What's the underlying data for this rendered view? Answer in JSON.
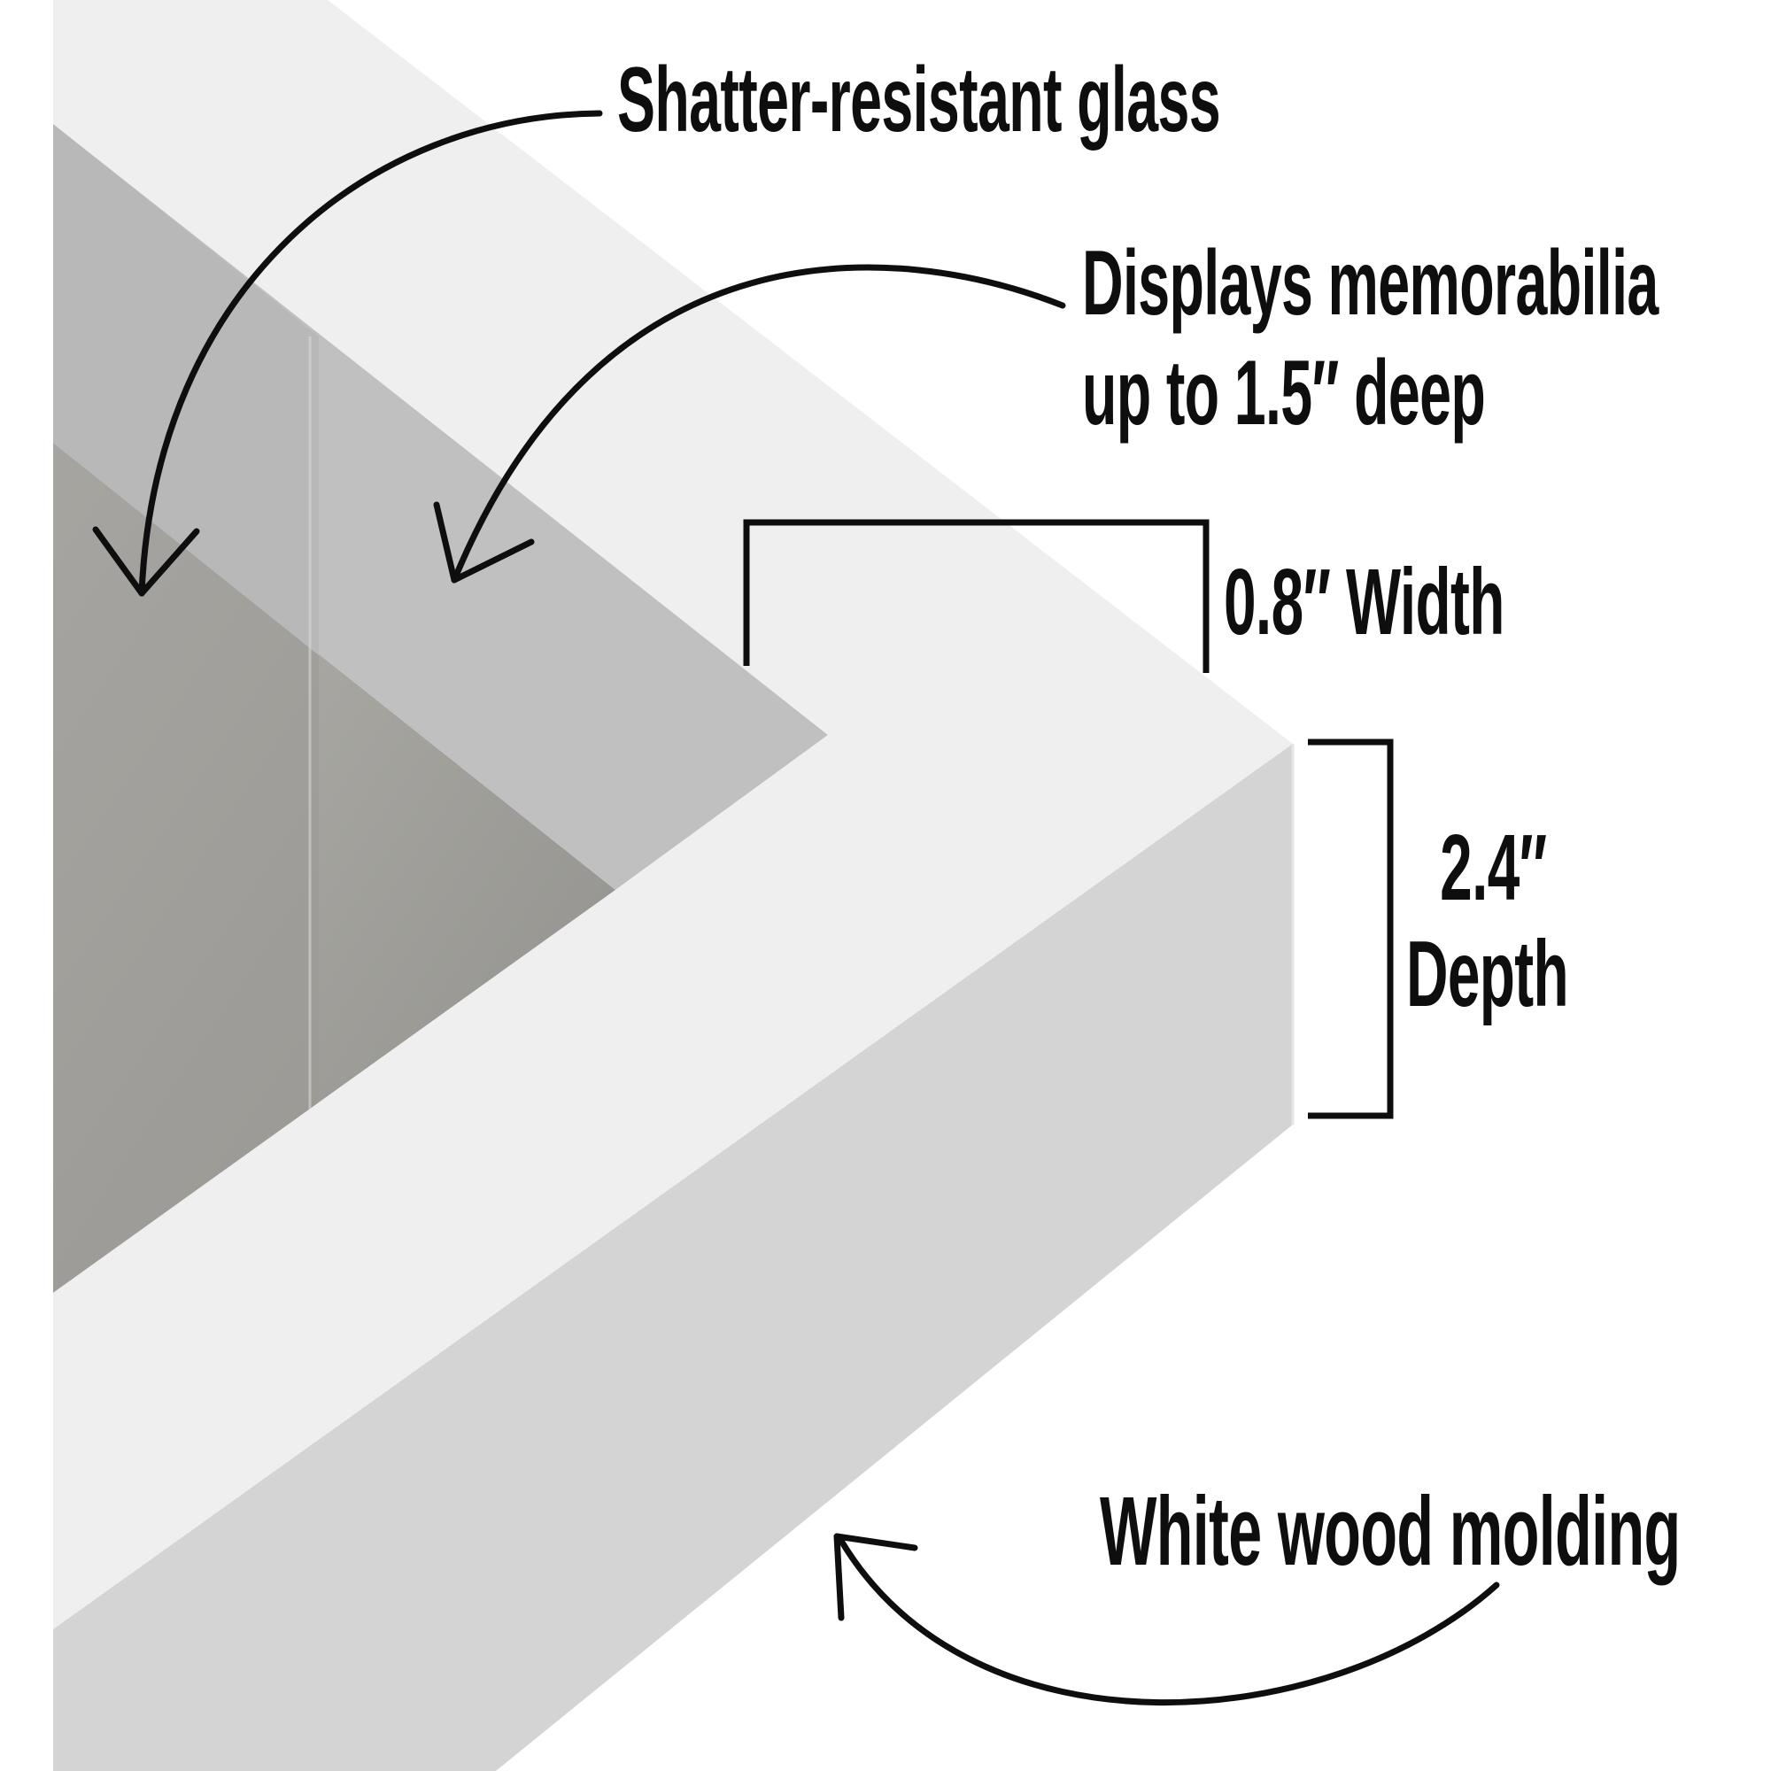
{
  "labels": {
    "glass": "Shatter-resistant glass",
    "display_line1": "Displays memorabilia",
    "display_line2": "up to 1.5″ deep",
    "width": "0.8″ Width",
    "depth_value": "2.4″",
    "depth_word": "Depth",
    "molding": "White wood molding"
  },
  "colors": {
    "background": "#ffffff",
    "frame_top": "#efefef",
    "frame_side": "#d4d4d4",
    "inner_lip": "#bfbfbf",
    "backing": "#9e9d99",
    "ink": "#0e0e0e"
  }
}
